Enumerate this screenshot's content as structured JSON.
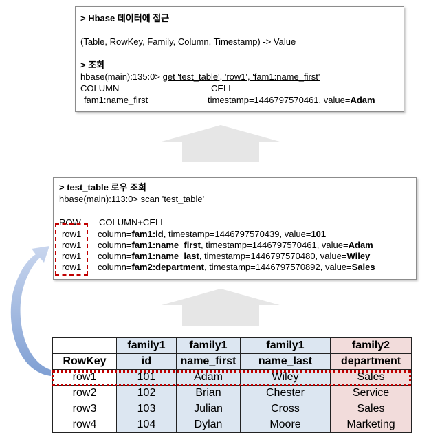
{
  "get_box": {
    "title": "> Hbase 데이터에 접근",
    "model": "(Table,  RowKey,  Family,  Column,  Timestamp)  -> Value",
    "lookup_title": "> 조회",
    "prompt": "hbase(main):135:0>  ",
    "command": "get  'test_table',  'row1',  'fam1:name_first'",
    "col_header": "COLUMN",
    "cell_header": "CELL",
    "result_column": "fam1:name_first",
    "result_cell_prefix": "timestamp=1446797570461, value=",
    "result_cell_value": "Adam"
  },
  "scan_box": {
    "title": "> test_table 로우 조회",
    "command": "hbase(main):113:0>  scan  'test_table'",
    "row_header": "ROW",
    "colcell_header": "COLUMN+CELL",
    "rows": [
      {
        "row": "row1",
        "c_pre": "column=",
        "col": "fam1:id",
        "ts": ",  timestamp=1446797570439, value=",
        "val": "101"
      },
      {
        "row": "row1",
        "c_pre": "column=",
        "col": "fam1:name_first",
        "ts": ",  timestamp=1446797570461, value=",
        "val": "Adam"
      },
      {
        "row": "row1",
        "c_pre": "column=",
        "col": "fam1:name_last",
        "ts": ",  timestamp=1446797570480, value=",
        "val": "Wiley"
      },
      {
        "row": "row1",
        "c_pre": "column=",
        "col": "fam2:department",
        "ts": ", timestamp=1446797570892, value=",
        "val": "Sales"
      }
    ]
  },
  "table": {
    "families": [
      "",
      "family1",
      "family1",
      "family1",
      "family2"
    ],
    "columns": [
      "RowKey",
      "id",
      "name_first",
      "name_last",
      "department"
    ],
    "rows": [
      [
        "row1",
        "101",
        "Adam",
        "Wiley",
        "Sales"
      ],
      [
        "row2",
        "102",
        "Brian",
        "Chester",
        "Service"
      ],
      [
        "row3",
        "103",
        "Julian",
        "Cross",
        "Sales"
      ],
      [
        "row4",
        "104",
        "Dylan",
        "Moore",
        "Marketing"
      ]
    ]
  },
  "colors": {
    "family1_bg": "#dce6f1",
    "family2_bg": "#f2dcdb",
    "highlight": "#c00000",
    "arrow_gray": "#e6e6e6",
    "curved_arrow": "#8eaadb"
  }
}
